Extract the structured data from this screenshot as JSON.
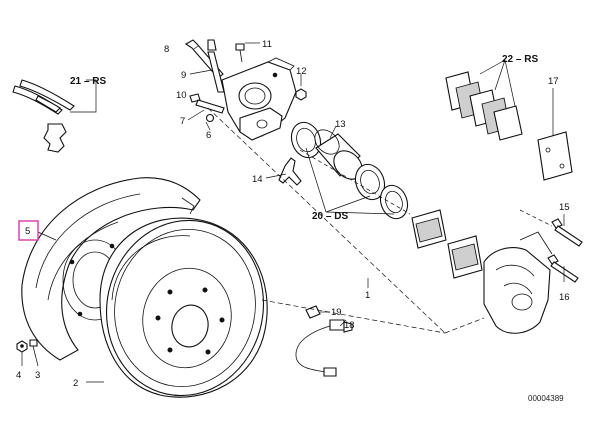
{
  "diagram": {
    "callouts": {
      "c1": "1",
      "c2": "2",
      "c3": "3",
      "c4": "4",
      "c5": "5",
      "c6": "6",
      "c7": "7",
      "c8": "8",
      "c9": "9",
      "c10": "10",
      "c11": "11",
      "c12": "12",
      "c13": "13",
      "c14": "14",
      "c15": "15",
      "c16": "16",
      "c17": "17",
      "c18": "18",
      "c19": "19",
      "c20": "20 – DS",
      "c21": "21 – RS",
      "c22": "22 – RS"
    },
    "drawing_number": "00004389",
    "highlight_color": "#d63aa8"
  }
}
